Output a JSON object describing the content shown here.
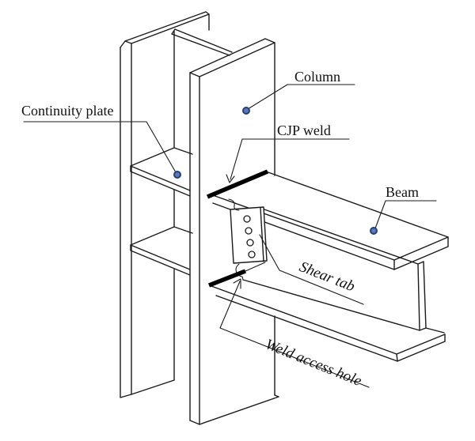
{
  "figure": {
    "background": "#ffffff",
    "colors": {
      "line": "#1a1a1a",
      "weld": "#000000",
      "dot_fill": "#5c79b4",
      "dot_ring": "#23407c",
      "text": "#111111"
    },
    "labels": {
      "continuity_plate": "Continuity plate",
      "column": "Column",
      "cjp_weld": "CJP weld",
      "beam": "Beam",
      "shear_tab": "Shear tab",
      "weld_access_hole": "Weld access hole"
    }
  }
}
